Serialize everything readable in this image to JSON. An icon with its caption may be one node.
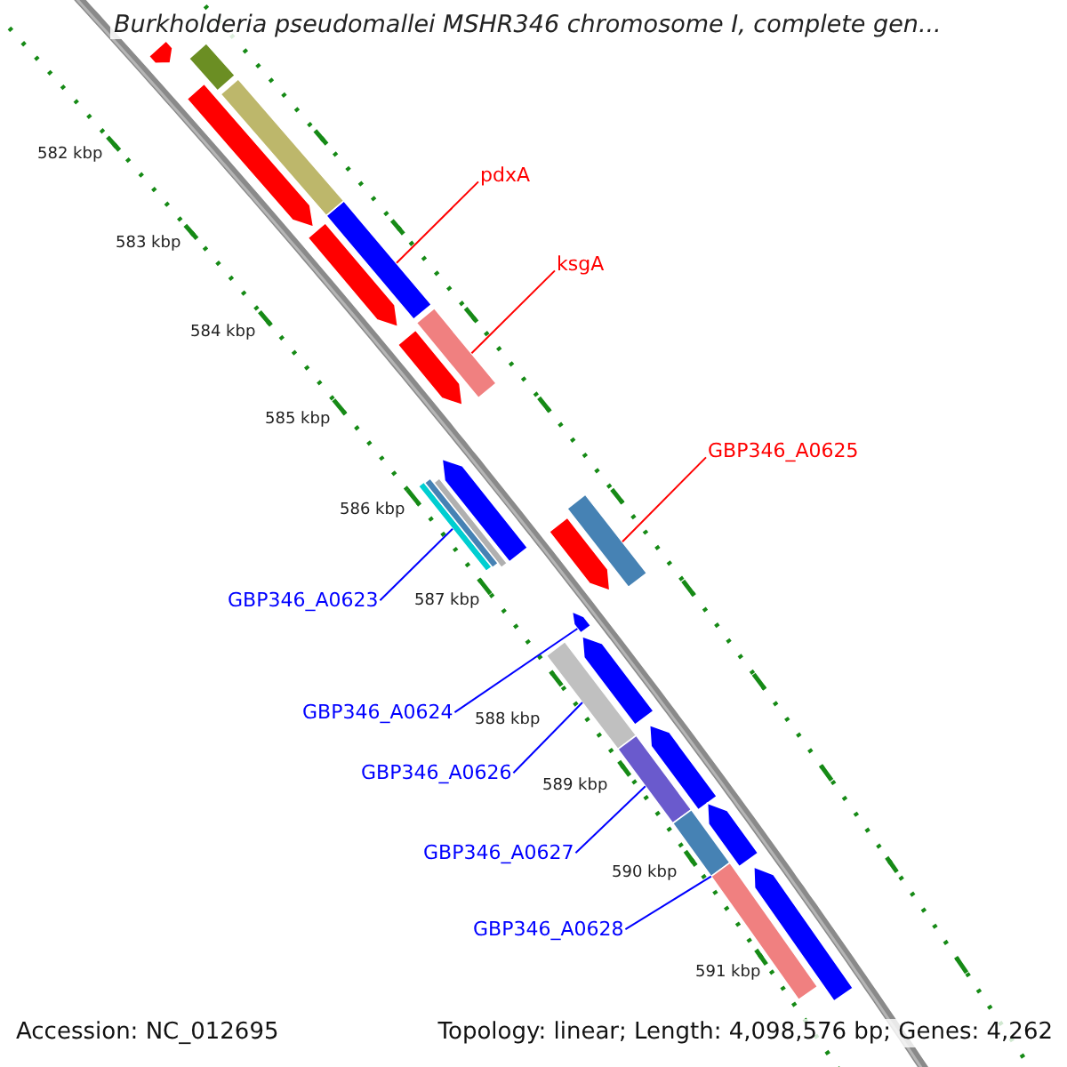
{
  "diagram": {
    "title": "Burkholderia pseudomallei MSHR346 chromosome I, complete gen...",
    "nodes": [
      {
        "text": [
          "pdxA"
        ]
      },
      {
        "text": [],
        "shape": "bar"
      },
      {
        "text": [
          "ksgA"
        ]
      },
      {
        "text": [],
        "shape": "bar"
      },
      {
        "text": [
          "GBP346_A0625"
        ]
      },
      {
        "text": [],
        "shape": "bar"
      },
      {
        "text": [
          "GBP346_A0623"
        ]
      },
      {
        "text": [],
        "shape": "bar"
      },
      {
        "text": [
          "GBP346_A0624"
        ]
      },
      {
        "text": [],
        "shape": "bar"
      },
      {
        "text": [
          "GBP346_A0626"
        ]
      },
      {
        "text": [],
        "shape": "bar"
      },
      {
        "text": [
          "GBP346_A0627"
        ]
      },
      {
        "text": [],
        "shape": "bar"
      },
      {
        "text": [
          "GBP346_A0628"
        ]
      },
      {
        "text": [],
        "shape": "bar"
      },
      {
        "text": [],
        "shape": "bar"
      },
      {
        "text": [],
        "shape": "bar"
      },
      {
        "text": [],
        "shape": "bar"
      },
      {
        "text": [],
        "shape": "bar"
      },
      {
        "text": [],
        "shape": "bar"
      },
      {
        "text": [],
        "shape": "bar"
      },
      {
        "text": [],
        "shape": "bar"
      },
      {
        "text": [],
        "shape": "bar"
      },
      {
        "text": [],
        "shape": "bar"
      },
      {
        "text": [],
        "shape": "bar"
      },
      {
        "text": [],
        "shape": "bar"
      },
      {
        "text": [],
        "shape": "bar"
      },
      {
        "text": [],
        "shape": "bar"
      },
      {
        "text": [],
        "shape": "bar"
      },
      {
        "text": [],
        "shape": "bar"
      }
    ],
    "edges": [
      {
        "from": 0,
        "to": 1,
        "arrow": "none",
        "color": "#ff0000"
      },
      {
        "from": 2,
        "to": 3,
        "arrow": "none",
        "color": "#ff0000"
      },
      {
        "from": 4,
        "to": 5,
        "arrow": "none",
        "color": "#ff0000"
      },
      {
        "from": 6,
        "to": 7,
        "arrow": "none"
      },
      {
        "from": 8,
        "to": 9,
        "arrow": "none"
      },
      {
        "from": 10,
        "to": 11,
        "arrow": "none"
      },
      {
        "from": 12,
        "to": 13,
        "arrow": "none"
      },
      {
        "from": 14,
        "to": 15,
        "arrow": "none"
      }
    ],
    "labels": [
      "582 kbp",
      "583 kbp",
      "584 kbp",
      "585 kbp",
      "586 kbp",
      "587 kbp",
      "588 kbp",
      "589 kbp",
      "590 kbp",
      "591 kbp",
      "Accession: NC_012695",
      "Topology: linear; Length: 4,098,576 bp; Genes: 4,262"
    ]
  }
}
